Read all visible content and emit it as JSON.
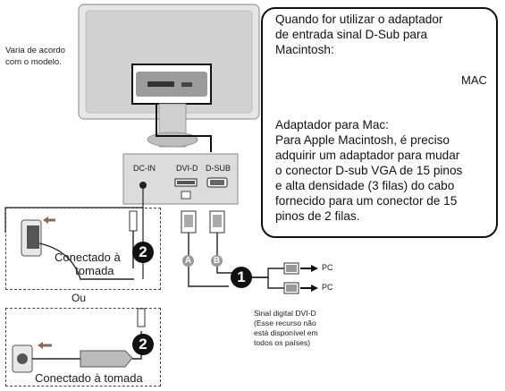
{
  "side_note": [
    "Varia de acordo",
    "com o modelo."
  ],
  "callout": {
    "lines": [
      "Quando for utilizar o adaptador",
      "de entrada sinal D-Sub para",
      "Macintosh:",
      "Adaptador para  Mac:",
      "Para Apple Macintosh, é preciso",
      "adquirir um adaptador  para mudar",
      "o conector D-sub VGA de 15 pinos",
      "e  alta  densidade (3 filas) do cabo",
      "fornecido para  um conector de 15",
      "pinos de 2 filas."
    ],
    "mac_label": "MAC"
  },
  "ports": {
    "dc_in": "DC-IN",
    "dvi_d": "DVI-D",
    "d_sub": "D-SUB"
  },
  "box1": {
    "label_line1": "Conectado à",
    "label_line2": "tomada",
    "badge": "2"
  },
  "or_label": "Ou",
  "box2": {
    "label": "Conectado à tomada",
    "badge": "2"
  },
  "cable_labels": {
    "a": "A",
    "b": "B"
  },
  "pc_badge": "1",
  "pc_labels": [
    "PC",
    "PC"
  ],
  "dvi_note": [
    "Sinal digital DVI-D",
    "(Esse recurso não",
    "está disponível em",
    "todos os países)"
  ],
  "colors": {
    "line": "#111111",
    "monitor_frame": "#d9d9d9",
    "port_panel": "#dcdcdc",
    "accent_arrow": "#8a6a50"
  }
}
